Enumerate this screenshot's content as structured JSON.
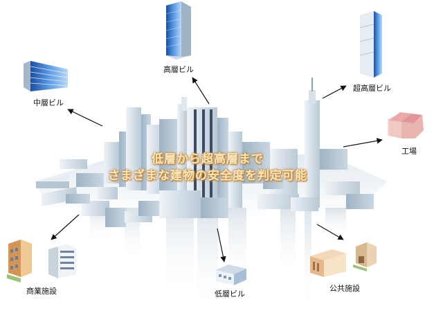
{
  "headline": {
    "line1": "低層から超高層まで",
    "line2": "さまざまな建物の安全度を判定可能"
  },
  "labels": {
    "high_rise": "高層ビル",
    "mid_rise": "中層ビル",
    "super_high_rise": "超高層ビル",
    "factory": "工場",
    "commercial": "商業施設",
    "low_rise": "低層ビル",
    "public": "公共施設"
  },
  "colors": {
    "city_building": "#cfdde8",
    "glass_blue": "#2a6fc9",
    "factory_roof": "#e9a9aa",
    "headline_text": "#fbe7c0",
    "headline_glow": "#c8872e"
  }
}
